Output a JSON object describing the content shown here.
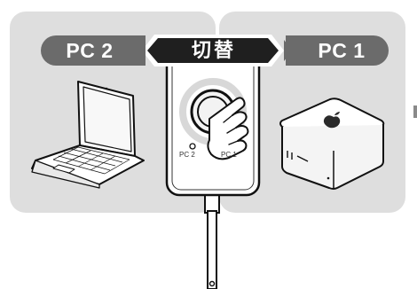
{
  "labels": {
    "pc2": "PC 2",
    "pc1": "PC 1",
    "switch": "切替",
    "port_pc2": "PC 2",
    "port_pc1": "PC 1"
  },
  "colors": {
    "panel": "#dedede",
    "pill": "#6b6b6b",
    "switch_banner": "#1f1f1f",
    "device_line": "#111111"
  },
  "icons": [
    "laptop-icon",
    "mini-pc-icon",
    "apple-logo-icon",
    "hand-pointer-icon",
    "kvm-switch-icon",
    "cable-icon"
  ]
}
